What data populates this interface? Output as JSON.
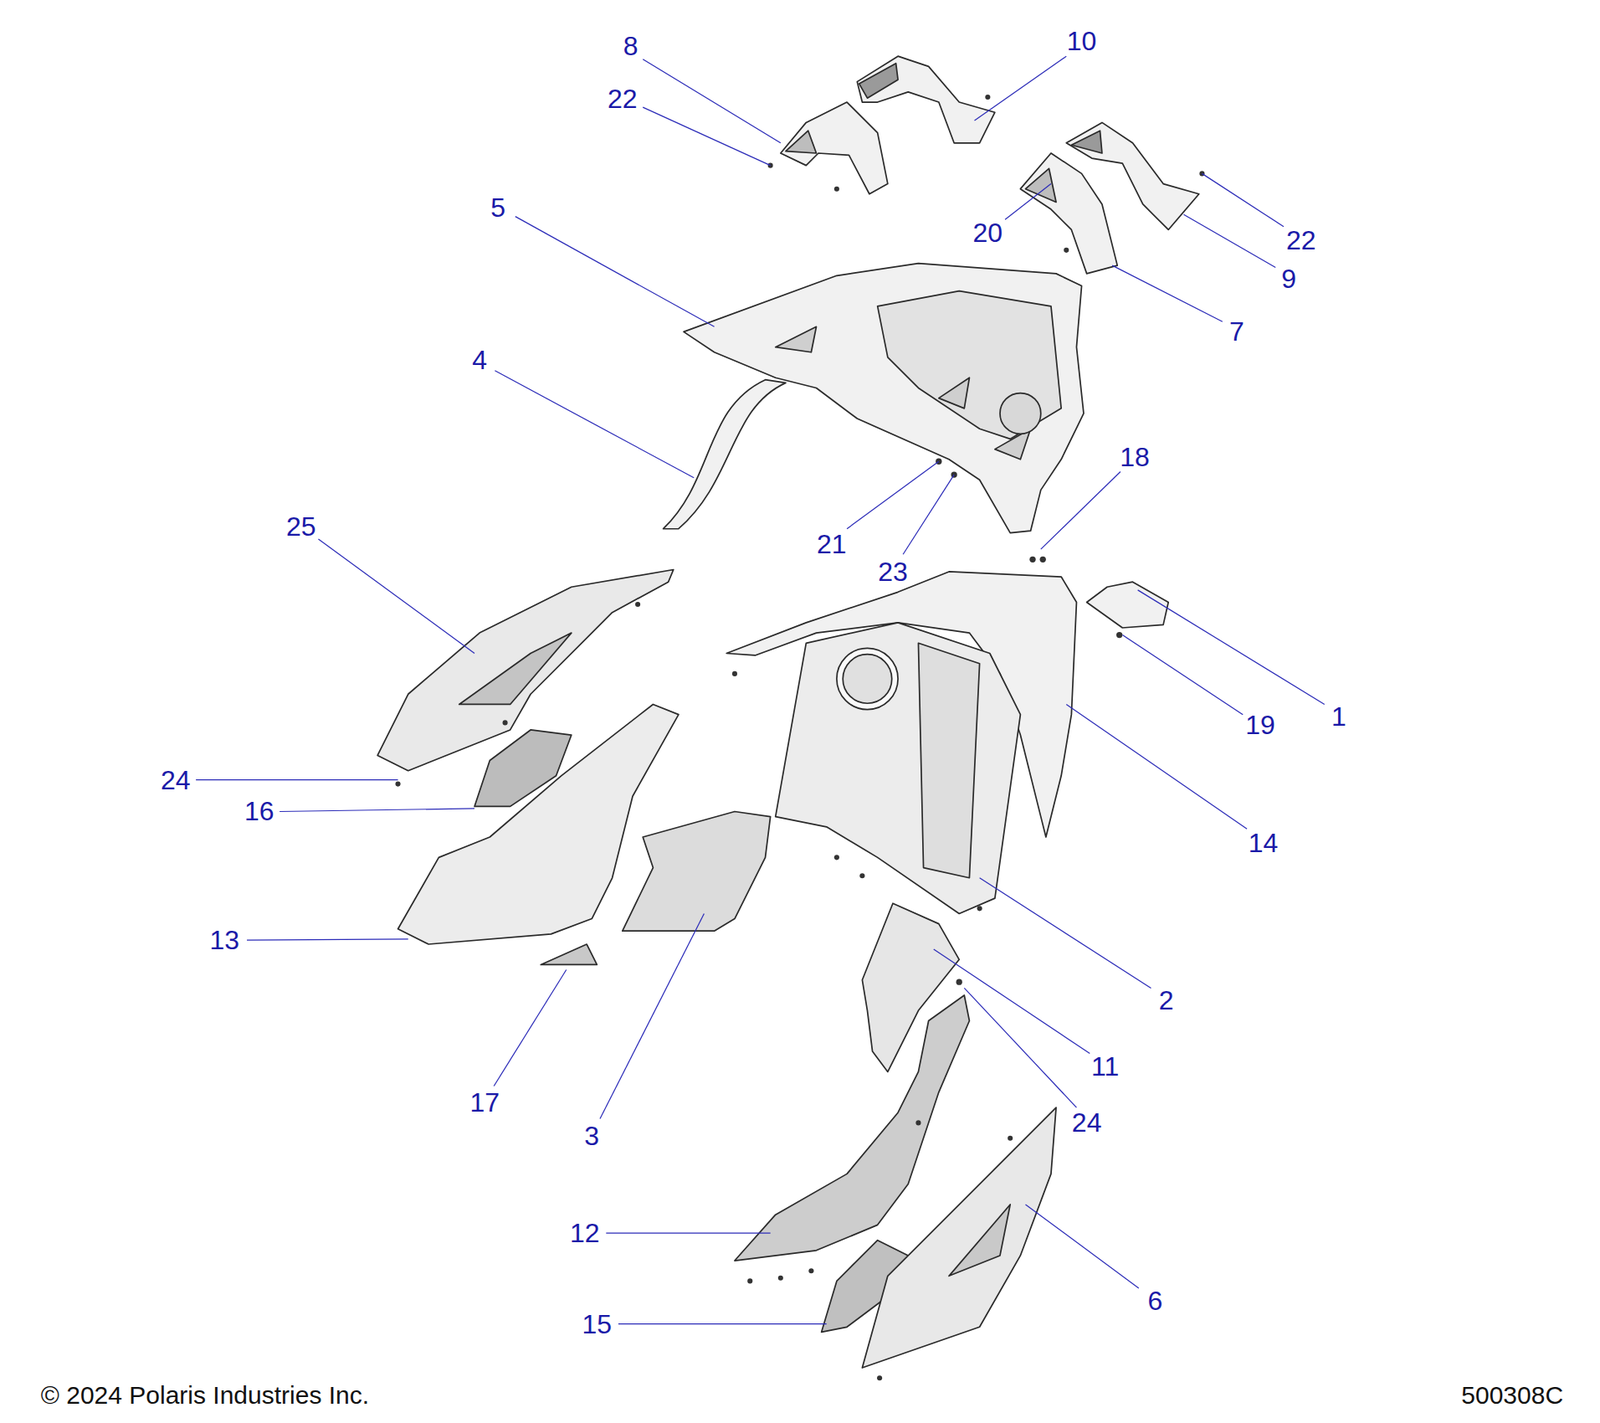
{
  "diagram": {
    "labels": [
      "10",
      "8",
      "22",
      "20",
      "5",
      "22",
      "9",
      "7",
      "4",
      "18",
      "21",
      "23",
      "25",
      "1",
      "19",
      "24",
      "16",
      "14",
      "13",
      "2",
      "17",
      "11",
      "3",
      "24",
      "12",
      "6",
      "15",
      "© 2024 Polaris Industries Inc.",
      "500308C"
    ]
  }
}
